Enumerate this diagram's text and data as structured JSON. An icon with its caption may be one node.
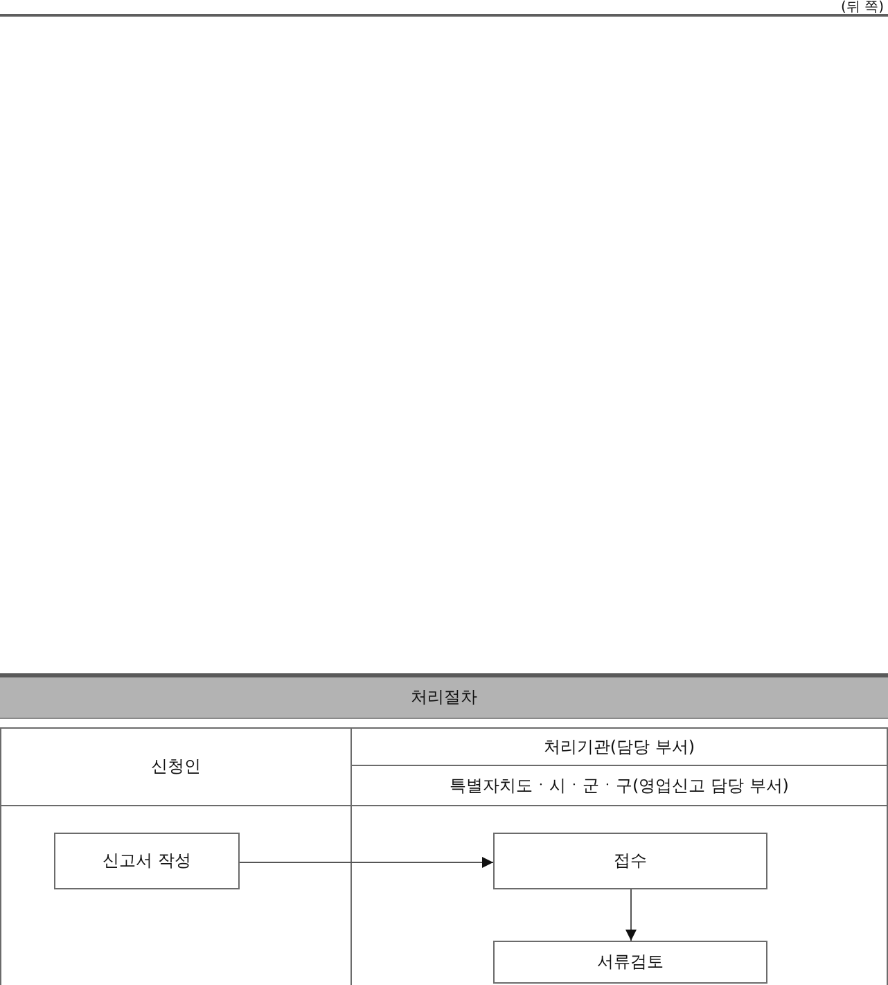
{
  "diagram": {
    "title": "처리절차",
    "nodes": [
      {
        "text": [
          "신고서 작성"
        ]
      },
      {
        "text": [
          "접수"
        ]
      },
      {
        "text": [
          "서류검토"
        ]
      }
    ],
    "edges": [
      {
        "from": 0,
        "to": 1,
        "arrow": "to"
      },
      {
        "from": 1,
        "to": 2,
        "arrow": "to"
      }
    ],
    "labels": [
      "(뒤 쪽)",
      "신청인",
      "처리기관(담당 부서)",
      "특별자치도ㆍ시ㆍ군ㆍ구(영업신고 담당 부서)"
    ]
  }
}
